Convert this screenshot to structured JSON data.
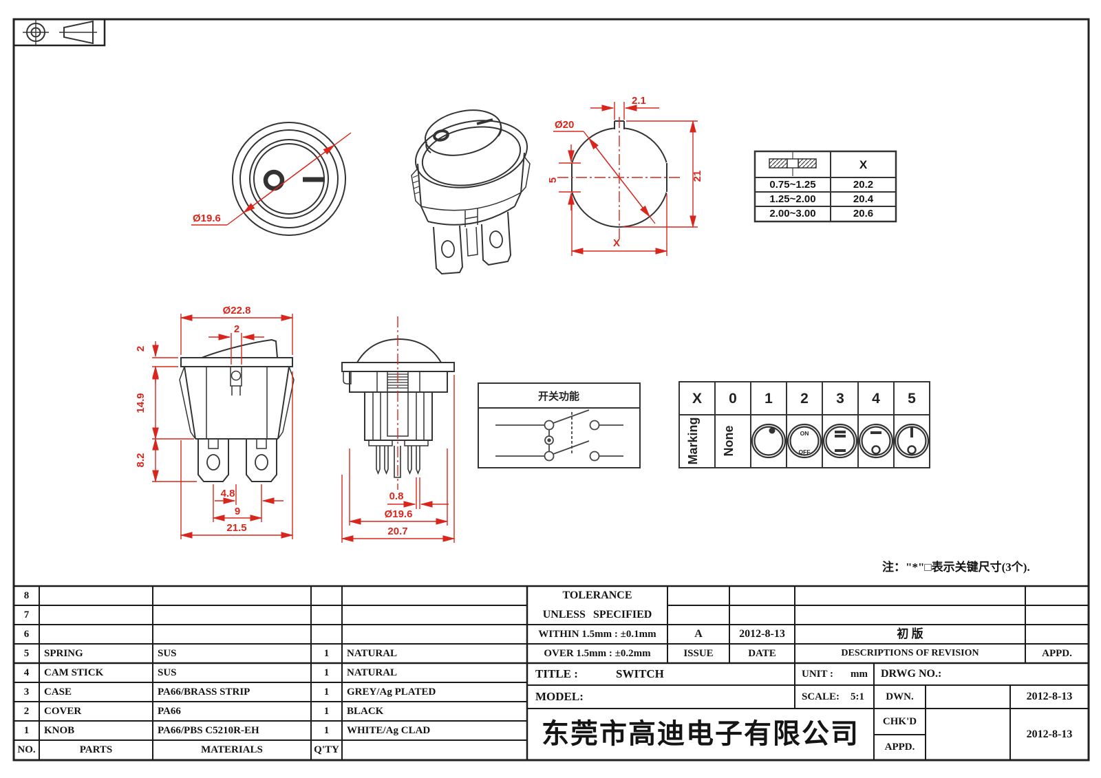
{
  "drawing": {
    "note": "注：\"*\"□表示关键尺寸(3个).",
    "function_box_title": "开关功能"
  },
  "dims": {
    "front_dia": "Ø19.6",
    "cutout_dia": "Ø20",
    "cutout_notch": "2.1",
    "cutout_flat": "5",
    "cutout_h": "21",
    "cutout_w": "X",
    "side_flange_dia": "Ø22.8",
    "side_latch_w": "2",
    "side_flange_t": "2",
    "side_body_h": "14.9",
    "side_term_h": "8.2",
    "side_pin_off": "4.8",
    "side_pin_pitch": "9",
    "side_body_w": "21.5",
    "front_pin_t": "0.8",
    "front_body_dia": "Ø19.6",
    "front_overall_w": "20.7"
  },
  "thickness_table": {
    "header_x": "X",
    "rows": [
      {
        "range": "0.75~1.25",
        "x": "20.2"
      },
      {
        "range": "1.25~2.00",
        "x": "20.4"
      },
      {
        "range": "2.00~3.00",
        "x": "20.6"
      }
    ]
  },
  "marking_table": {
    "headers": [
      "X",
      "0",
      "1",
      "2",
      "3",
      "4",
      "5"
    ],
    "row_label": "Marking",
    "none_label": "None",
    "on": "ON",
    "off": "OFF"
  },
  "parts_table": {
    "rows": [
      [
        "8",
        "",
        "",
        "",
        ""
      ],
      [
        "7",
        "",
        "",
        "",
        ""
      ],
      [
        "6",
        "",
        "",
        "",
        ""
      ],
      [
        "5",
        "SPRING",
        "SUS",
        "1",
        "NATURAL"
      ],
      [
        "4",
        "CAM STICK",
        "SUS",
        "1",
        "NATURAL"
      ],
      [
        "3",
        "CASE",
        "PA66/BRASS STRIP",
        "1",
        "GREY/Ag PLATED"
      ],
      [
        "2",
        "COVER",
        "PA66",
        "1",
        "BLACK"
      ],
      [
        "1",
        "KNOB",
        "PA66/PBS C5210R-EH",
        "1",
        "WHITE/Ag CLAD"
      ]
    ],
    "footer": [
      "NO.",
      "PARTS",
      "MATERIALS",
      "Q'TY"
    ]
  },
  "revision_block": {
    "tolerance_line1": "TOLERANCE",
    "tolerance_line2": "UNLESS SPECIFIED",
    "within": "WITHIN 1.5mm : ±0.1mm",
    "over": "OVER 1.5mm : ±0.2mm",
    "rev": "A",
    "rev_date": "2012-8-13",
    "issue": "ISSUE",
    "date": "DATE",
    "rev_desc": "初  版",
    "desc_header": "DESCRIPTIONS OF REVISION",
    "appd_header": "APPD."
  },
  "title_block": {
    "title_label": "TITLE :",
    "title": "SWITCH",
    "unit_label": "UNIT :",
    "unit": "mm",
    "drwg_label": "DRWG NO.:",
    "model_label": "MODEL:",
    "scale_label": "SCALE:",
    "scale": "5:1",
    "dwn_label": "DWN.",
    "dwn_date": "2012-8-13",
    "chkd_label": "CHK'D",
    "chkd_appd_date": "2012-8-13",
    "appd_label": "APPD.",
    "company": "东莞市高迪电子有限公司"
  }
}
